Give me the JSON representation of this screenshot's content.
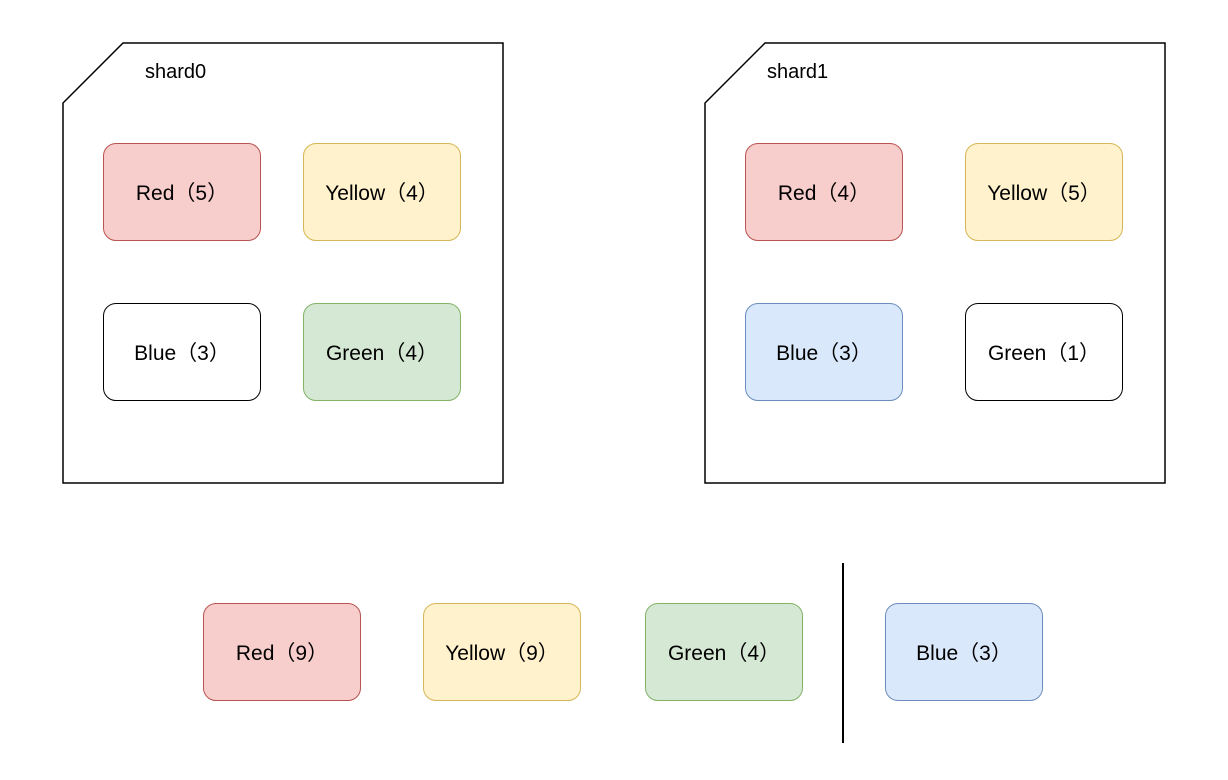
{
  "shards": [
    {
      "title": "shard0",
      "items": [
        {
          "label": "Red（5）",
          "color": "red"
        },
        {
          "label": "Yellow（4）",
          "color": "yellow"
        },
        {
          "label": "Blue（3）",
          "color": "white"
        },
        {
          "label": "Green（4）",
          "color": "green"
        }
      ]
    },
    {
      "title": "shard1",
      "items": [
        {
          "label": "Red（4）",
          "color": "red"
        },
        {
          "label": "Yellow（5）",
          "color": "yellow"
        },
        {
          "label": "Blue（3）",
          "color": "blue"
        },
        {
          "label": "Green（1）",
          "color": "white"
        }
      ]
    }
  ],
  "merged": {
    "left": [
      {
        "label": "Red（9）",
        "color": "red"
      },
      {
        "label": "Yellow（9）",
        "color": "yellow"
      },
      {
        "label": "Green（4）",
        "color": "green"
      }
    ],
    "right": [
      {
        "label": "Blue（3）",
        "color": "blue"
      }
    ]
  },
  "colors": {
    "red_fill": "#f8cecc",
    "red_stroke": "#b85450",
    "yellow_fill": "#fff2cc",
    "yellow_stroke": "#d6b656",
    "green_fill": "#d5e8d4",
    "green_stroke": "#82b366",
    "blue_fill": "#dae8fc",
    "blue_stroke": "#6c8ebf"
  }
}
